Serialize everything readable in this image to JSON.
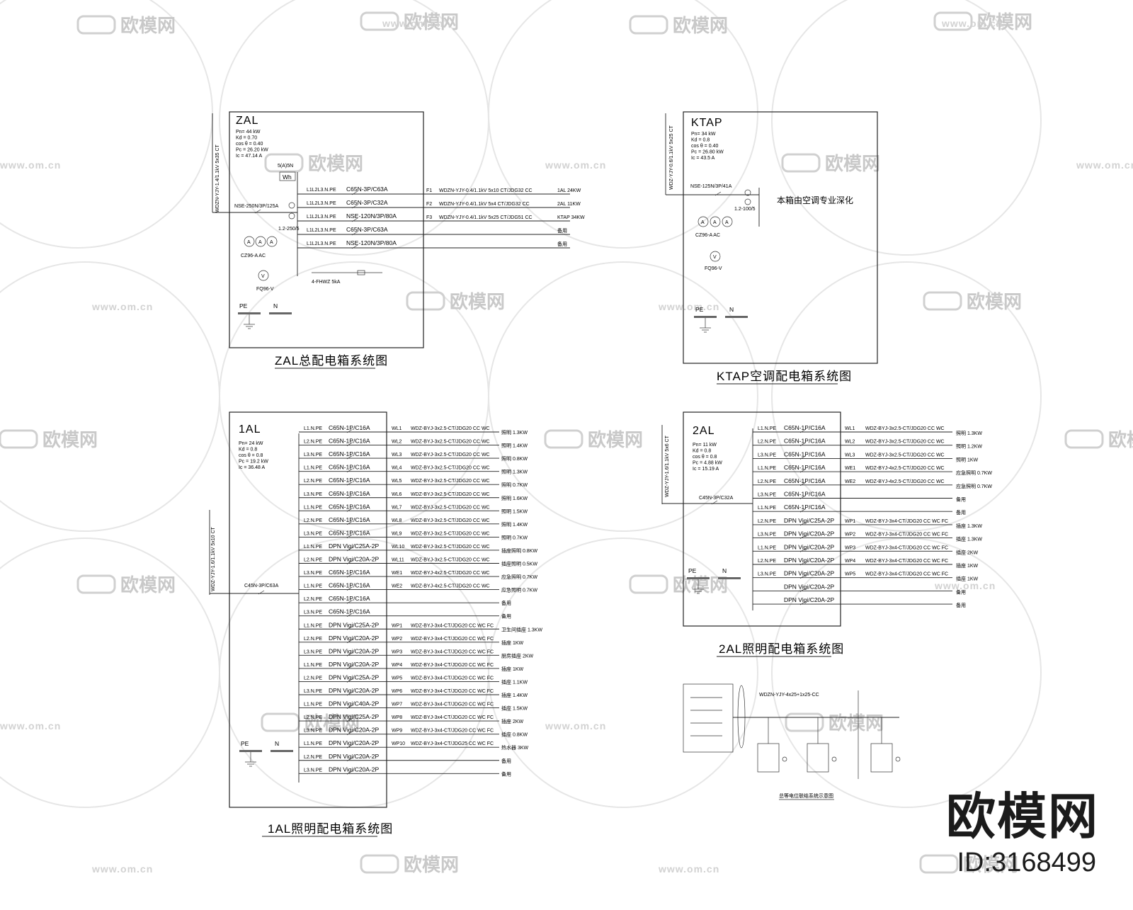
{
  "watermark": {
    "text": "欧模网",
    "url": "www.om.cn"
  },
  "brand": {
    "text": "欧模网",
    "id": "ID:3168499"
  },
  "zal": {
    "name": "ZAL",
    "params": [
      "Pn= 44 kW",
      "Kd = 0.70",
      "cos θ = 0.40",
      "Pc = 26.20 kW",
      "Ic = 47.14 A"
    ],
    "incoming": "WDZN-YJY-1.4/1.1kV 5x35 CT",
    "meter_top": "5(A)5N",
    "meter": "Wh",
    "main_breaker": "NSE-250N/3P/125A",
    "ct": "1.2-250/5",
    "ammeter": "CZ96-A AC",
    "voltmeter": "FQ96-V",
    "pe": "PE",
    "n": "N",
    "circuits": [
      {
        "phase": "L1L2L3.N.PE",
        "breaker": "C65N-3P/C63A",
        "id": "F1",
        "cable": "WDZN-YJY-0.4/1.1kV 5x10 CT/JDG32 CC",
        "load": "1AL 24KW"
      },
      {
        "phase": "L1L2L3.N.PE",
        "breaker": "C65N-3P/C32A",
        "id": "F2",
        "cable": "WDZN-YJY-0.4/1.1kV 5x4 CT/JDG32 CC",
        "load": "2AL 11KW"
      },
      {
        "phase": "L1L2L3.N.PE",
        "breaker": "NSE-120N/3P/80A",
        "id": "F3",
        "cable": "WDZN-YJY-0.4/1.1kV 5x25 CT/JDG51 CC",
        "load": "KTAP 34KW"
      },
      {
        "phase": "L1L2L3.N.PE",
        "breaker": "C65N-3P/C63A",
        "id": "",
        "cable": "",
        "load": "备用"
      },
      {
        "phase": "L1L2L3.N.PE",
        "breaker": "NSE-120N/3P/80A",
        "id": "",
        "cable": "",
        "load": "备用"
      }
    ],
    "surge": "4-FHWZ 5kA",
    "caption": "ZAL总配电箱系统图"
  },
  "ktap": {
    "name": "KTAP",
    "params": [
      "Pn= 34 kW",
      "Kd = 0.8",
      "cos θ = 0.40",
      "Pc = 26.80 kW",
      "Ic = 43.5 A"
    ],
    "incoming": "WDZ-YJY-0.6/1.1kV 5x25 CT",
    "main_breaker": "NSE-125N/3P/41A",
    "ct": "1.2-100/5",
    "ammeter": "CZ96-A AC",
    "voltmeter": "FQ96-V",
    "pe": "PE",
    "n": "N",
    "note": "本箱由空调专业深化",
    "caption": "KTAP空调配电箱系统图"
  },
  "al1": {
    "name": "1AL",
    "params": [
      "Pn= 24 kW",
      "Kd = 0.8",
      "cos θ = 0.8",
      "Pc = 19.2 kW",
      "Ic = 36.48 A"
    ],
    "incoming": "WDZ-YJY-1.6/1.1kV 5x10 CT",
    "main_breaker": "C45N-3P/C63A",
    "pe": "PE",
    "n": "N",
    "circuits": [
      {
        "phase": "L1.N.PE",
        "breaker": "C65N-1P/C16A",
        "id": "WL1",
        "cable": "WDZ-BYJ-3x2.5-CT/JDG20 CC WC",
        "load": "照明 1.3KW"
      },
      {
        "phase": "L2.N.PE",
        "breaker": "C65N-1P/C16A",
        "id": "WL2",
        "cable": "WDZ-BYJ-3x2.5-CT/JDG20 CC WC",
        "load": "照明 1.4KW"
      },
      {
        "phase": "L3.N.PE",
        "breaker": "C65N-1P/C16A",
        "id": "WL3",
        "cable": "WDZ-BYJ-3x2.5-CT/JDG20 CC WC",
        "load": "照明 0.8KW"
      },
      {
        "phase": "L1.N.PE",
        "breaker": "C65N-1P/C16A",
        "id": "WL4",
        "cable": "WDZ-BYJ-3x2.5-CT/JDG20 CC WC",
        "load": "照明 1.3KW"
      },
      {
        "phase": "L2.N.PE",
        "breaker": "C65N-1P/C16A",
        "id": "WL5",
        "cable": "WDZ-BYJ-3x2.5-CT/JDG20 CC WC",
        "load": "照明 0.7KW"
      },
      {
        "phase": "L3.N.PE",
        "breaker": "C65N-1P/C16A",
        "id": "WL6",
        "cable": "WDZ-BYJ-3x2.5-CT/JDG20 CC WC",
        "load": "照明 1.6KW"
      },
      {
        "phase": "L1.N.PE",
        "breaker": "C65N-1P/C16A",
        "id": "WL7",
        "cable": "WDZ-BYJ-3x2.5-CT/JDG20 CC WC",
        "load": "照明 1.5KW"
      },
      {
        "phase": "L2.N.PE",
        "breaker": "C65N-1P/C16A",
        "id": "WL8",
        "cable": "WDZ-BYJ-3x2.5-CT/JDG20 CC WC",
        "load": "照明 1.4KW"
      },
      {
        "phase": "L3.N.PE",
        "breaker": "C65N-1P/C16A",
        "id": "WL9",
        "cable": "WDZ-BYJ-3x2.5-CT/JDG20 CC WC",
        "load": "照明 0.7KW"
      },
      {
        "phase": "L1.N.PE",
        "breaker": "DPN Vigi/C25A-2P",
        "id": "WL10",
        "cable": "WDZ-BYJ-3x2.5-CT/JDG20 CC WC",
        "load": "插座照明 0.8KW"
      },
      {
        "phase": "L2.N.PE",
        "breaker": "DPN Vigi/C20A-2P",
        "id": "WL11",
        "cable": "WDZ-BYJ-3x2.5-CT/JDG20 CC WC",
        "load": "插座照明 0.5KW"
      },
      {
        "phase": "L3.N.PE",
        "breaker": "C65N-1P/C16A",
        "id": "WE1",
        "cable": "WDZ-BYJ-4x2.5-CT/JDG20 CC WC",
        "load": "应急照明 0.7KW"
      },
      {
        "phase": "L1.N.PE",
        "breaker": "C65N-1P/C16A",
        "id": "WE2",
        "cable": "WDZ-BYJ-4x2.5-CT/JDG20 CC WC",
        "load": "应急照明 0.7KW"
      },
      {
        "phase": "L2.N.PE",
        "breaker": "C65N-1P/C16A",
        "id": "",
        "cable": "",
        "load": "备用"
      },
      {
        "phase": "L3.N.PE",
        "breaker": "C65N-1P/C16A",
        "id": "",
        "cable": "",
        "load": "备用"
      },
      {
        "phase": "L1.N.PE",
        "breaker": "DPN Vigi/C25A-2P",
        "id": "WP1",
        "cable": "WDZ-BYJ-3x4-CT/JDG20 CC WC FC",
        "load": "卫生间插座 1.3KW"
      },
      {
        "phase": "L2.N.PE",
        "breaker": "DPN Vigi/C20A-2P",
        "id": "WP2",
        "cable": "WDZ-BYJ-3x4-CT/JDG20 CC WC FC",
        "load": "插座 1KW"
      },
      {
        "phase": "L3.N.PE",
        "breaker": "DPN Vigi/C20A-2P",
        "id": "WP3",
        "cable": "WDZ-BYJ-3x4-CT/JDG20 CC WC FC",
        "load": "厨房插座 2KW"
      },
      {
        "phase": "L1.N.PE",
        "breaker": "DPN Vigi/C20A-2P",
        "id": "WP4",
        "cable": "WDZ-BYJ-3x4-CT/JDG20 CC WC FC",
        "load": "插座 1KW"
      },
      {
        "phase": "L2.N.PE",
        "breaker": "DPN Vigi/C25A-2P",
        "id": "WP5",
        "cable": "WDZ-BYJ-3x4-CT/JDG20 CC WC FC",
        "load": "插座 1.1KW"
      },
      {
        "phase": "L3.N.PE",
        "breaker": "DPN Vigi/C20A-2P",
        "id": "WP6",
        "cable": "WDZ-BYJ-3x4-CT/JDG20 CC WC FC",
        "load": "插座 1.4KW"
      },
      {
        "phase": "L1.N.PE",
        "breaker": "DPN Vigi/C40A-2P",
        "id": "WP7",
        "cable": "WDZ-BYJ-3x4-CT/JDG20 CC WC FC",
        "load": "插座 1.5KW"
      },
      {
        "phase": "L2.N.PE",
        "breaker": "DPN Vigi/C25A-2P",
        "id": "WP8",
        "cable": "WDZ-BYJ-3x4-CT/JDG20 CC WC FC",
        "load": "插座 2KW"
      },
      {
        "phase": "L3.N.PE",
        "breaker": "DPN Vigi/C20A-2P",
        "id": "WP9",
        "cable": "WDZ-BYJ-3x4-CT/JDG20 CC WC FC",
        "load": "插座 0.8KW"
      },
      {
        "phase": "L1.N.PE",
        "breaker": "DPN Vigi/C20A-2P",
        "id": "WP10",
        "cable": "WDZ-BYJ-3x4-CT/JDG25 CC WC FC",
        "load": "热水器 3KW"
      },
      {
        "phase": "L2.N.PE",
        "breaker": "DPN Vigi/C20A-2P",
        "id": "",
        "cable": "",
        "load": "备用"
      },
      {
        "phase": "L3.N.PE",
        "breaker": "DPN Vigi/C20A-2P",
        "id": "",
        "cable": "",
        "load": "备用"
      }
    ],
    "caption": "1AL照明配电箱系统图"
  },
  "al2": {
    "name": "2AL",
    "params": [
      "Pn= 11 kW",
      "Kd = 0.8",
      "cos θ = 0.8",
      "Pc = 4.88 kW",
      "Ic = 15.19 A"
    ],
    "incoming": "WDZ-YJY-1.6/1.1kV 5x6 CT",
    "main_breaker": "C45N-3P/C32A",
    "pe": "PE",
    "n": "N",
    "circuits": [
      {
        "phase": "L1.N.PE",
        "breaker": "C65N-1P/C16A",
        "id": "WL1",
        "cable": "WDZ-BYJ-3x2.5-CT/JDG20 CC WC",
        "load": "照明 1.3KW"
      },
      {
        "phase": "L2.N.PE",
        "breaker": "C65N-1P/C16A",
        "id": "WL2",
        "cable": "WDZ-BYJ-3x2.5-CT/JDG20 CC WC",
        "load": "照明 1.2KW"
      },
      {
        "phase": "L3.N.PE",
        "breaker": "C65N-1P/C16A",
        "id": "WL3",
        "cable": "WDZ-BYJ-3x2.5-CT/JDG20 CC WC",
        "load": "照明 1KW"
      },
      {
        "phase": "L1.N.PE",
        "breaker": "C65N-1P/C16A",
        "id": "WE1",
        "cable": "WDZ-BYJ-4x2.5-CT/JDG20 CC WC",
        "load": "应急照明 0.7KW"
      },
      {
        "phase": "L2.N.PE",
        "breaker": "C65N-1P/C16A",
        "id": "WE2",
        "cable": "WDZ-BYJ-4x2.5-CT/JDG20 CC WC",
        "load": "应急照明 0.7KW"
      },
      {
        "phase": "L3.N.PE",
        "breaker": "C65N-1P/C16A",
        "id": "",
        "cable": "",
        "load": "备用"
      },
      {
        "phase": "L1.N.PE",
        "breaker": "C65N-1P/C16A",
        "id": "",
        "cable": "",
        "load": "备用"
      },
      {
        "phase": "L2.N.PE",
        "breaker": "DPN Vigi/C25A-2P",
        "id": "WP1",
        "cable": "WDZ-BYJ-3x4-CT/JDG20 CC WC FC",
        "load": "插座 1.3KW"
      },
      {
        "phase": "L3.N.PE",
        "breaker": "DPN Vigi/C20A-2P",
        "id": "WP2",
        "cable": "WDZ-BYJ-3x4-CT/JDG20 CC WC FC",
        "load": "插座 1.3KW"
      },
      {
        "phase": "L1.N.PE",
        "breaker": "DPN Vigi/C20A-2P",
        "id": "WP3",
        "cable": "WDZ-BYJ-3x4-CT/JDG20 CC WC FC",
        "load": "插座 2KW"
      },
      {
        "phase": "L2.N.PE",
        "breaker": "DPN Vigi/C20A-2P",
        "id": "WP4",
        "cable": "WDZ-BYJ-3x4-CT/JDG20 CC WC FC",
        "load": "插座 1KW"
      },
      {
        "phase": "L3.N.PE",
        "breaker": "DPN Vigi/C20A-2P",
        "id": "WP5",
        "cable": "WDZ-BYJ-3x4-CT/JDG20 CC WC FC",
        "load": "插座 1KW"
      },
      {
        "phase": "",
        "breaker": "DPN Vigi/C20A-2P",
        "id": "",
        "cable": "",
        "load": "备用"
      },
      {
        "phase": "",
        "breaker": "DPN Vigi/C20A-2P",
        "id": "",
        "cable": "",
        "load": "备用"
      }
    ],
    "caption": "2AL照明配电箱系统图"
  },
  "bonding": {
    "cable": "WDZN-YJY-4x25+1x25-CC",
    "caption": "总等电位联结系统示意图"
  }
}
